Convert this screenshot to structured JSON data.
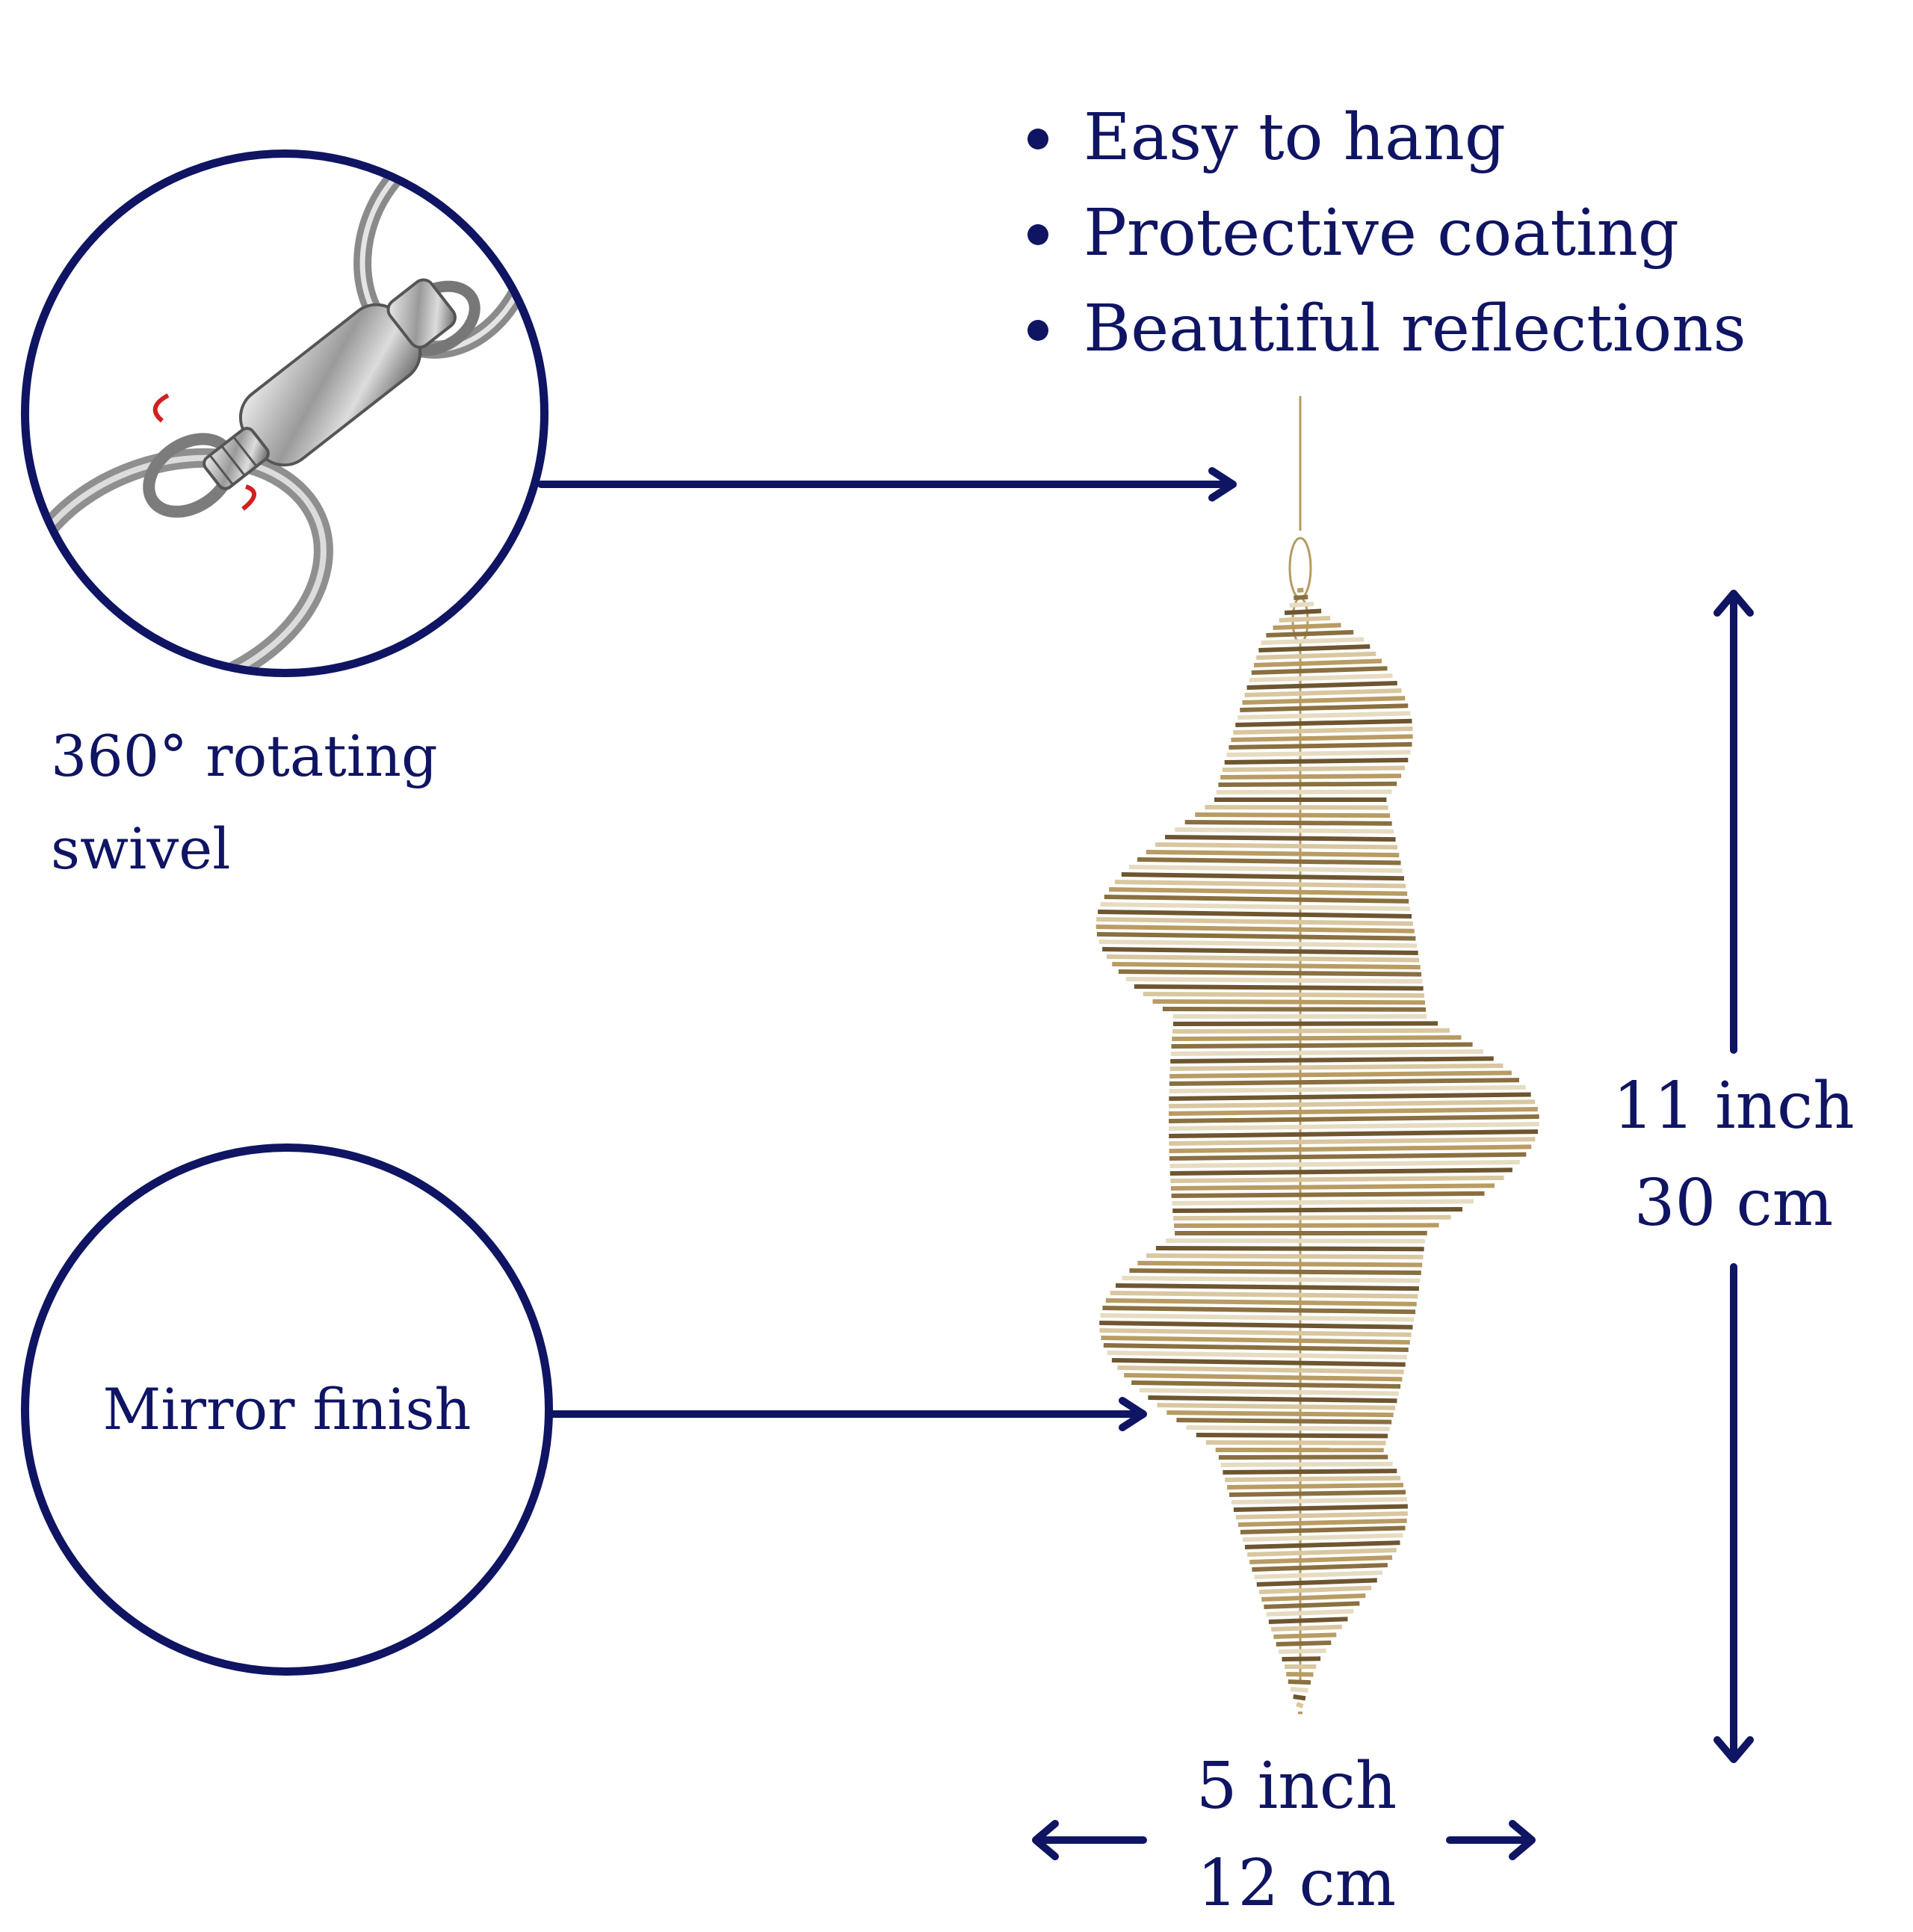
{
  "features": [
    "Easy to hang",
    "Protective coating",
    "Beautiful reflections"
  ],
  "swivel_caption": [
    "360° rotating",
    "swivel"
  ],
  "mirror_caption": "Mirror finish",
  "height_dimension": [
    "11 inch",
    "30 cm"
  ],
  "width_dimension": [
    "5 inch",
    "12 cm"
  ],
  "icons": [
    "swivel-closeup-image",
    "spiral-spinner-image",
    "rotation-arrow-icon"
  ],
  "colors": {
    "accent": "#0f1463",
    "gold": "#c9b48a",
    "rotation_arrow": "#d22020"
  }
}
